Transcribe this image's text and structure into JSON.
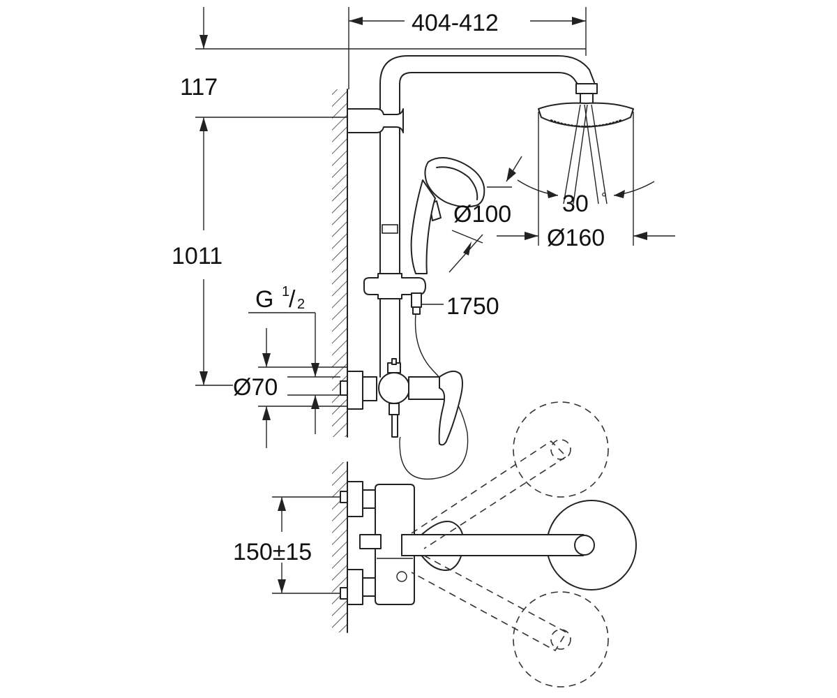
{
  "dimensions": {
    "arm_length": "404-412",
    "top_offset": "117",
    "height": "1011",
    "connection": "G",
    "connection_numerator": "1",
    "connection_slash": "/",
    "connection_denominator": "2",
    "rosette": "Ø70",
    "hand_shower": "Ø100",
    "head_shower": "Ø160",
    "spray_angle": "30",
    "degree_sign": "°",
    "hose": "1750",
    "centers": "150±15"
  }
}
